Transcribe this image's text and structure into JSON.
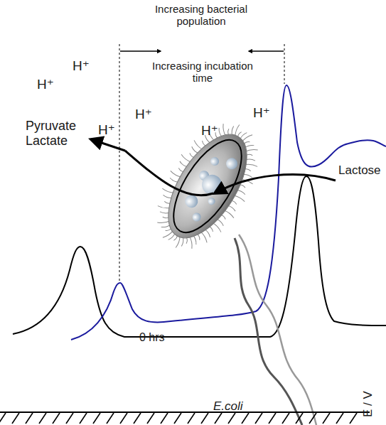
{
  "diagram": {
    "labels": [
      "Increasing bacterial population",
      "Increasing incubation time",
      "H⁺",
      "H⁺",
      "Pyruvate Lactate",
      "H⁺",
      "H⁺",
      "H⁺",
      "H⁺",
      "Lactose",
      "0 hrs",
      "E.coli",
      "E / V"
    ]
  }
}
